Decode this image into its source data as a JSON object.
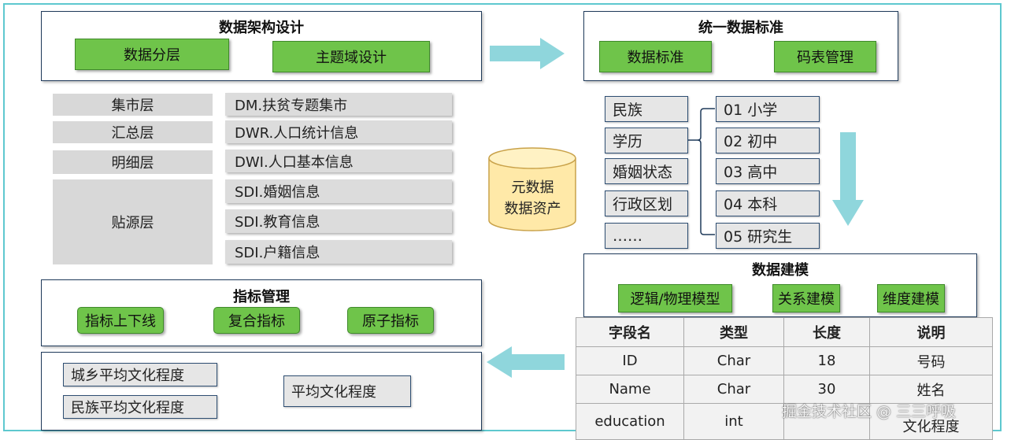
{
  "architecture": {
    "title": "数据架构设计",
    "buttons": [
      "数据分层",
      "主题域设计"
    ]
  },
  "standards": {
    "title": "统一数据标准",
    "buttons": [
      "数据标准",
      "码表管理"
    ]
  },
  "layers": {
    "names": [
      "集市层",
      "汇总层",
      "明细层",
      "贴源层"
    ],
    "tables": [
      "DM.扶贫专题集市",
      "DWR.人口统计信息",
      "DWI.人口基本信息",
      "SDI.婚姻信息",
      "SDI.教育信息",
      "SDI.户籍信息"
    ]
  },
  "metadata": {
    "line1": "元数据",
    "line2": "数据资产"
  },
  "code_table": {
    "fields": [
      "民族",
      "学历",
      "婚姻状态",
      "行政区划",
      "……"
    ],
    "codes": [
      "01 小学",
      "02 初中",
      "03 高中",
      "04 本科",
      "05 研究生"
    ]
  },
  "modeling": {
    "title": "数据建模",
    "buttons": [
      "逻辑/物理模型",
      "关系建模",
      "维度建模"
    ]
  },
  "metrics": {
    "title": "指标管理",
    "buttons": [
      "指标上下线",
      "复合指标",
      "原子指标"
    ]
  },
  "indicators": {
    "items": [
      "城乡平均文化程度",
      "民族平均文化程度",
      "平均文化程度"
    ]
  },
  "field_table": {
    "headers": [
      "字段名",
      "类型",
      "长度",
      "说明"
    ],
    "rows": [
      [
        "ID",
        "Char",
        "18",
        "号码"
      ],
      [
        "Name",
        "Char",
        "30",
        "姓名"
      ],
      [
        "education",
        "int",
        "",
        "文化程度"
      ]
    ]
  },
  "watermark": "掘金技术社区 @ 三三呼吸",
  "colors": {
    "button_green": "#6fc44a",
    "arrow_teal": "#8fd6dc",
    "border_navy": "#1f3a5a",
    "cylinder": "#ffe9a8"
  }
}
